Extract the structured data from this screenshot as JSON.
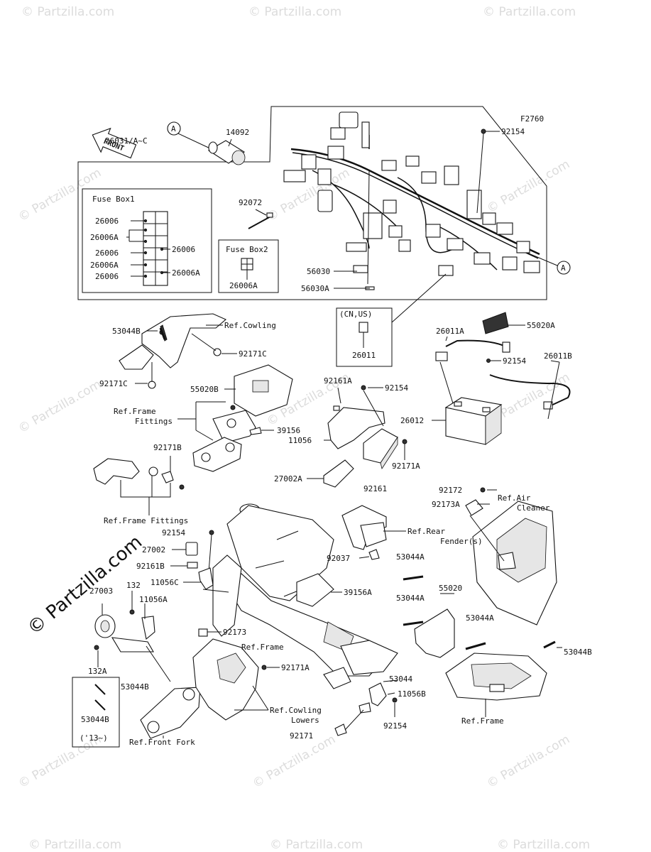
{
  "figure_code": "F2760",
  "front_label": "FRONT",
  "watermark": "© Partzilla.com",
  "fuse_box1": {
    "title": "Fuse Box1",
    "items_left": [
      "26006",
      "26006A",
      "26006",
      "26006A",
      "26006"
    ],
    "items_right": [
      "26006",
      "26006A"
    ]
  },
  "fuse_box2": {
    "title": "Fuse Box2",
    "part": "26006A"
  },
  "callout_a": "A",
  "market_note": "(CN,US)",
  "year_note": "('13~)",
  "labels": {
    "p26031": "26031/A~C",
    "p14092": "14092",
    "p92154a": "92154",
    "p92072": "92072",
    "p56030": "56030",
    "p56030A": "56030A",
    "p26011": "26011",
    "p55020A": "55020A",
    "p26011A": "26011A",
    "p92154b": "92154",
    "p26011B": "26011B",
    "p26012": "26012",
    "p53044B_a": "53044B",
    "refCowling": "Ref.Cowling",
    "p92171C_a": "92171C",
    "p92171C_b": "92171C",
    "p55020B": "55020B",
    "refFrameFittings_a": "Ref.Frame",
    "refFrameFittings_a2": "Fittings",
    "p39156": "39156",
    "p11056": "11056",
    "p92161A": "92161A",
    "p92154c": "92154",
    "p92171A_a": "92171A",
    "p27002A": "27002A",
    "p92161": "92161",
    "p92171B": "92171B",
    "refFrameFittings_b": "Ref.Frame Fittings",
    "p92154d": "92154",
    "p27002": "27002",
    "p92161B": "92161B",
    "p11056C": "11056C",
    "p92172": "92172",
    "p92173A": "92173A",
    "refAir": "Ref.Air",
    "refAir2": "Cleaner",
    "refRearFender": "Ref.Rear",
    "refRearFender2": "Fender(s)",
    "p92037": "92037",
    "p53044A_a": "53044A",
    "p39156A": "39156A",
    "p53044A_b": "53044A",
    "p55020": "55020",
    "p53044A_c": "53044A",
    "p53044B_b": "53044B",
    "p132": "132",
    "p27003": "27003",
    "p11056A": "11056A",
    "p92173": "92173",
    "refFrame_a": "Ref.Frame",
    "p92171A_b": "92171A",
    "p132A": "132A",
    "p53044B_c": "53044B",
    "p53044B_d": "53044B",
    "p53044": "53044",
    "p11056B": "11056B",
    "refCowlingLowers": "Ref.Cowling",
    "refCowlingLowers2": "Lowers",
    "p92154e": "92154",
    "p92171": "92171",
    "refFrontFork": "Ref.Front Fork",
    "refFrame_b": "Ref.Frame"
  }
}
